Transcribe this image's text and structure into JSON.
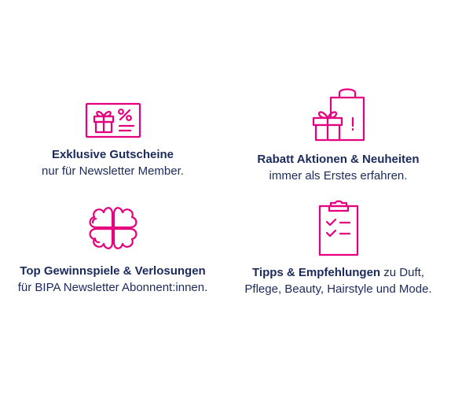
{
  "brand": {
    "accent_color": "#e5007d",
    "text_color": "#1b2a5c"
  },
  "features": [
    {
      "icon": "gift-voucher-icon",
      "title": "Exklusive Gutscheine",
      "line1_rest": "",
      "line2": "nur für Newsletter Member."
    },
    {
      "icon": "shopping-bag-gift-icon",
      "title": "Rabatt Aktionen & Neuheiten",
      "line1_rest": "",
      "line2": "immer als Erstes erfahren."
    },
    {
      "icon": "four-hearts-clover-icon",
      "title": "Top Gewinnspiele & Verlosungen",
      "line1_rest": "",
      "line2": "für BIPA Newsletter Abonnent:innen."
    },
    {
      "icon": "clipboard-checklist-icon",
      "title": "Tipps & Empfehlungen",
      "line1_rest": " zu Duft,",
      "line2": "Pflege, Beauty, Hairstyle und Mode."
    }
  ]
}
